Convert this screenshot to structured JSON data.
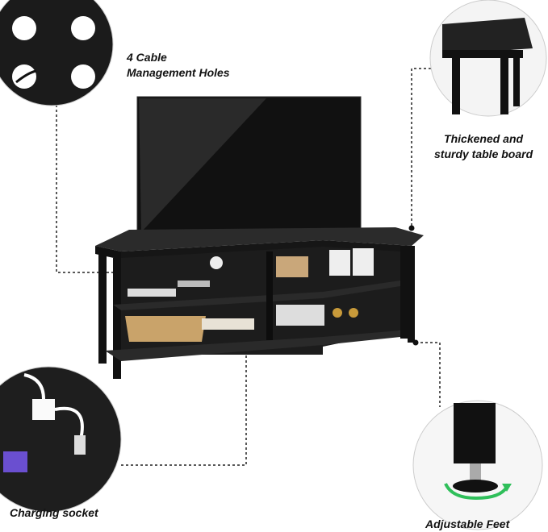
{
  "callouts": {
    "cable_holes": {
      "line1": "4 Cable",
      "line2": "Management Holes"
    },
    "table_board": {
      "line1": "Thickened and",
      "line2": "sturdy table board"
    },
    "charging": {
      "label": "Charging socket"
    },
    "feet": {
      "label": "Adjustable Feet"
    }
  },
  "colors": {
    "stand": "#1a1a1a",
    "accent_arrow": "#2fbf5a",
    "line": "#222222"
  }
}
